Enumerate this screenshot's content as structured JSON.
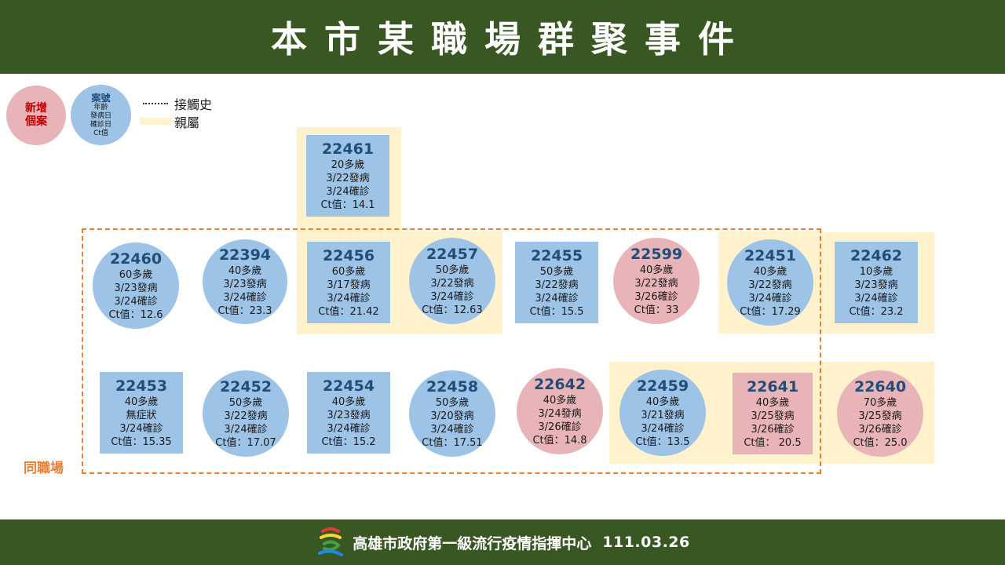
{
  "title": "本市某職場群聚事件",
  "legend": {
    "new_case": [
      "新增",
      "個案"
    ],
    "case_key": {
      "title": "案號",
      "lines": [
        "年齡",
        "發病日",
        "確診日",
        "Ct值"
      ]
    },
    "contact_label": "接觸史",
    "family_label": "親屬"
  },
  "workplace_label": "同職場",
  "cases": [
    {
      "id": "22461",
      "age": "20多歲",
      "onset": "3/22發病",
      "confirmed": "3/24確診",
      "ct": "Ct值：14.1",
      "shape": "square",
      "status": "existing"
    },
    {
      "id": "22460",
      "age": "60多歲",
      "onset": "3/23發病",
      "confirmed": "3/24確診",
      "ct": "Ct值：12.6",
      "shape": "circle",
      "status": "existing"
    },
    {
      "id": "22394",
      "age": "40多歲",
      "onset": "3/23發病",
      "confirmed": "3/24確診",
      "ct": "Ct值：23.3",
      "shape": "circle",
      "status": "existing"
    },
    {
      "id": "22456",
      "age": "60多歲",
      "onset": "3/17發病",
      "confirmed": "3/24確診",
      "ct": "Ct值：21.42",
      "shape": "square",
      "status": "existing"
    },
    {
      "id": "22457",
      "age": "50多歲",
      "onset": "3/22發病",
      "confirmed": "3/24確診",
      "ct": "Ct值：12.63",
      "shape": "circle",
      "status": "existing"
    },
    {
      "id": "22455",
      "age": "50多歲",
      "onset": "3/22發病",
      "confirmed": "3/24確診",
      "ct": "Ct值：15.5",
      "shape": "square",
      "status": "existing"
    },
    {
      "id": "22599",
      "age": "40多歲",
      "onset": "3/22發病",
      "confirmed": "3/26確診",
      "ct": "Ct值：33",
      "shape": "circle",
      "status": "new"
    },
    {
      "id": "22451",
      "age": "40多歲",
      "onset": "3/22發病",
      "confirmed": "3/24確診",
      "ct": "Ct值：17.29",
      "shape": "circle",
      "status": "existing"
    },
    {
      "id": "22462",
      "age": "10多歲",
      "onset": "3/23發病",
      "confirmed": "3/24確診",
      "ct": "Ct值：23.2",
      "shape": "square",
      "status": "existing"
    },
    {
      "id": "22453",
      "age": "40多歲",
      "onset": "無症狀",
      "confirmed": "3/24確診",
      "ct": "Ct值：15.35",
      "shape": "square",
      "status": "existing"
    },
    {
      "id": "22452",
      "age": "50多歲",
      "onset": "3/22發病",
      "confirmed": "3/24確診",
      "ct": "Ct值：17.07",
      "shape": "circle",
      "status": "existing"
    },
    {
      "id": "22454",
      "age": "40多歲",
      "onset": "3/23發病",
      "confirmed": "3/24確診",
      "ct": "Ct值：15.2",
      "shape": "square",
      "status": "existing"
    },
    {
      "id": "22458",
      "age": "50多歲",
      "onset": "3/20發病",
      "confirmed": "3/24確診",
      "ct": "Ct值：17.51",
      "shape": "circle",
      "status": "existing"
    },
    {
      "id": "22642",
      "age": "40多歲",
      "onset": "3/24發病",
      "confirmed": "3/26確診",
      "ct": "Ct值：14.8",
      "shape": "circle",
      "status": "new"
    },
    {
      "id": "22459",
      "age": "40多歲",
      "onset": "3/21發病",
      "confirmed": "3/24確診",
      "ct": "Ct值：13.5",
      "shape": "circle",
      "status": "existing"
    },
    {
      "id": "22641",
      "age": "40多歲",
      "onset": "3/25發病",
      "confirmed": "3/26確診",
      "ct": "Ct值： 20.5",
      "shape": "square",
      "status": "new"
    },
    {
      "id": "22640",
      "age": "70多歲",
      "onset": "3/25發病",
      "confirmed": "3/26確診",
      "ct": "Ct值：25.0",
      "shape": "circle",
      "status": "new"
    }
  ],
  "footer": {
    "org": "高雄市政府第一級流行疫情指揮中心",
    "date": "111.03.26"
  }
}
